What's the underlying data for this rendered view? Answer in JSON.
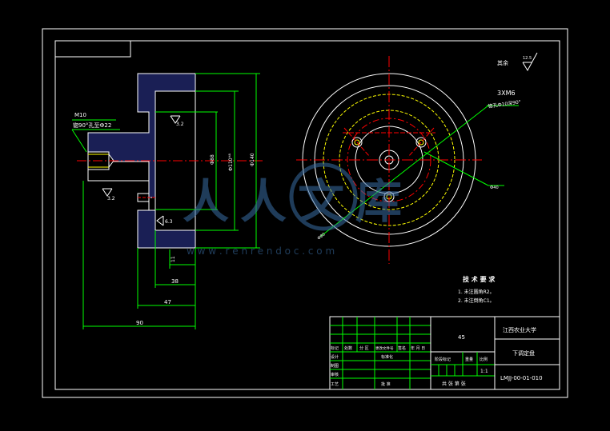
{
  "drawing": {
    "roughness_symbol_text": "其余",
    "roughness_rest_value": "12.5",
    "roughness_values": [
      "3.2",
      "3.2",
      "6.3"
    ],
    "thread_callout": "M10",
    "counterbore_callout": "锪90°孔至Ф22",
    "hole_callout_top": "3XM6",
    "hole_callout_sub": "锪孔Ф10深90°",
    "pcd_label": "Ф40",
    "pcd_label2": "Ф80",
    "dims_vertical": [
      "Ф88",
      "Ф110ᴴ⁸",
      "Ф140"
    ],
    "dims_horizontal": [
      "11",
      "38",
      "47",
      "90"
    ]
  },
  "watermark": {
    "main": "人人文库",
    "url": "w w w . r e n r e n d o c . c o m"
  },
  "tech_req": {
    "title": "技 术 要 求",
    "items": [
      "1. 未注圆角R2。",
      "2. 未注倒角C1。"
    ]
  },
  "title_block": {
    "material": "45",
    "school": "江西农业大学",
    "part_name": "下调定盘",
    "drawing_no": "LMJJ-00-01-010",
    "row_labels": [
      "标记",
      "处数",
      "分 区",
      "更改文件号",
      "签名",
      "年 月 日"
    ],
    "left_labels": [
      "设计",
      "制图",
      "审核",
      "工艺"
    ],
    "std_label": "标准化",
    "approve_label": "批 准",
    "stage_label": "阶段标记",
    "weight_label": "重量",
    "scale_label": "比例",
    "scale_value": "1:1",
    "sheet_label": "共 张 第 张"
  }
}
